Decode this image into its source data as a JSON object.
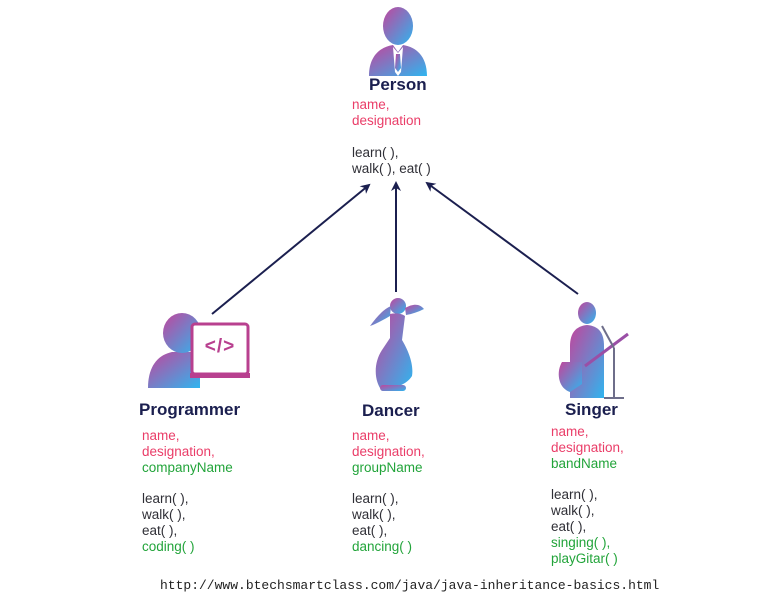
{
  "person": {
    "title": "Person",
    "attributes": [
      "name,",
      "designation"
    ],
    "methods": [
      "learn( ),",
      "walk( ), eat( )"
    ]
  },
  "programmer": {
    "title": "Programmer",
    "attributes": [
      "name,",
      "designation,"
    ],
    "own_attribute": "companyName",
    "methods": [
      "learn( ),",
      "walk( ),",
      "eat( ),"
    ],
    "own_methods": [
      "coding( )"
    ],
    "icon_code": "</>"
  },
  "dancer": {
    "title": "Dancer",
    "attributes": [
      "name,",
      "designation,"
    ],
    "own_attribute": "groupName",
    "methods": [
      "learn( ),",
      "walk( ),",
      "eat( ),"
    ],
    "own_methods": [
      "dancing( )"
    ]
  },
  "singer": {
    "title": "Singer",
    "attributes": [
      "name,",
      "designation,"
    ],
    "own_attribute": "bandName",
    "methods": [
      "learn( ),",
      "walk( ),",
      "eat( ),"
    ],
    "own_methods": [
      "singing( ),",
      "playGitar( )"
    ]
  },
  "footer": {
    "url": "http://www.btechsmartclass.com/java/java-inheritance-basics.html"
  },
  "icons": [
    "person-icon",
    "programmer-icon",
    "dancer-icon",
    "singer-icon"
  ],
  "colors": {
    "title": "#1b1f4f",
    "attribute": "#ea3d68",
    "text": "#2f2f36",
    "own_member": "#22a43a",
    "icon_gradient_top": "#c2459c",
    "icon_gradient_bottom": "#2fb5ef",
    "arrow": "#1b1f4f"
  }
}
